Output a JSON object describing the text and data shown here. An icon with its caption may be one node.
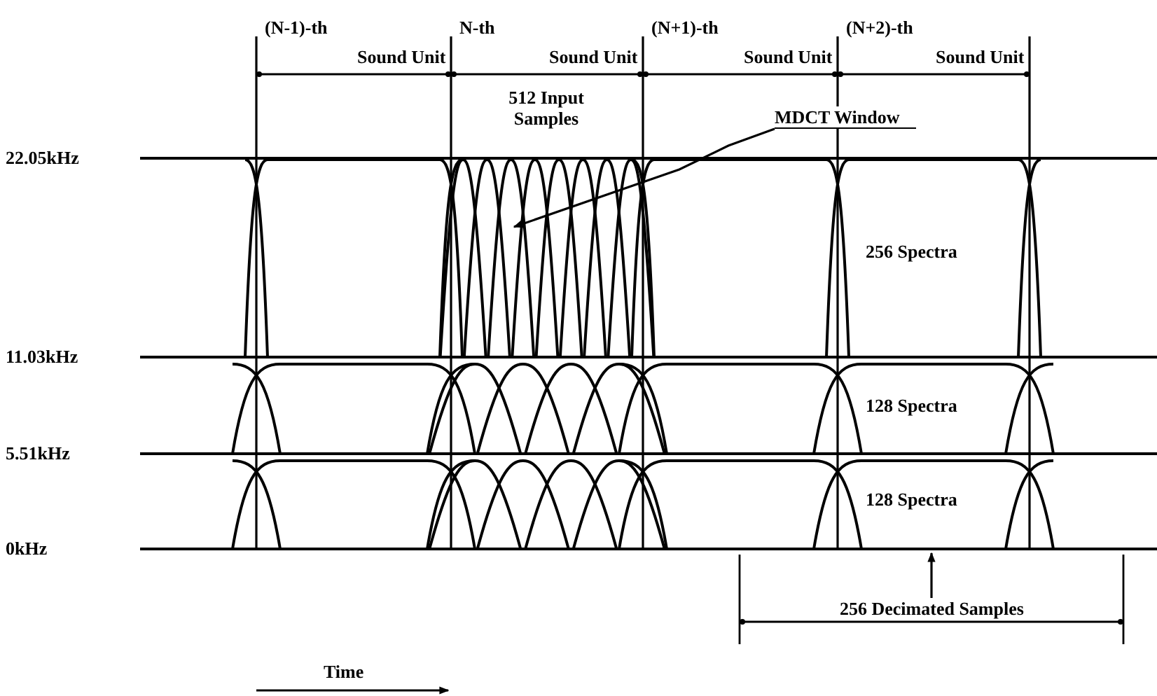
{
  "diagram": {
    "nodes": [
      {
        "text": [
          "MDCT Window"
        ]
      },
      {
        "text": [
          "256 Decimated Samples"
        ]
      }
    ],
    "edges": [
      {
        "from": 0,
        "to": null,
        "arrow": "to"
      },
      {
        "from": 1,
        "to": null,
        "arrow": "to"
      }
    ],
    "labels": [
      "(N-1)-th",
      "Sound Unit",
      "N-th",
      "Sound Unit",
      "(N+1)-th",
      "Sound Unit",
      "(N+2)-th",
      "Sound Unit",
      "512 Input Samples",
      "22.05kHz",
      "256 Spectra",
      "11.03kHz",
      "128 Spectra",
      "5.51kHz",
      "128 Spectra",
      "0kHz",
      "Time"
    ]
  }
}
